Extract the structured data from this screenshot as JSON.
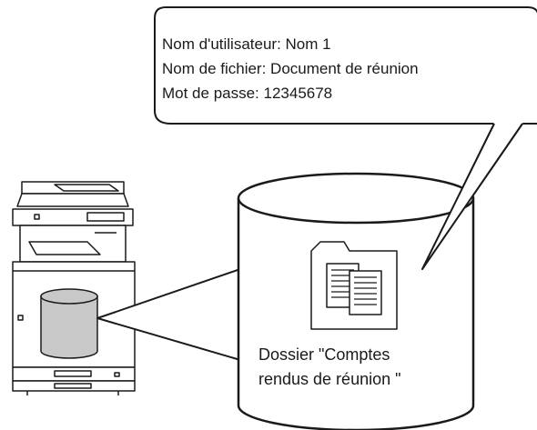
{
  "callout": {
    "lines": [
      "Nom d'utilisateur: Nom 1",
      "Nom de fichier: Document de réunion",
      "Mot de passe: 12345678"
    ]
  },
  "folder": {
    "label_lines": [
      "Dossier \"Comptes",
      "rendus de réunion \""
    ]
  },
  "icons": {
    "printer": "multifunction-printer-icon",
    "storage": "hard-disk-cylinder-icon",
    "folder": "folder-with-documents-icon"
  },
  "colors": {
    "stroke": "#1a1a1a",
    "disk_fill": "#c8c8c8",
    "background": "#ffffff"
  }
}
